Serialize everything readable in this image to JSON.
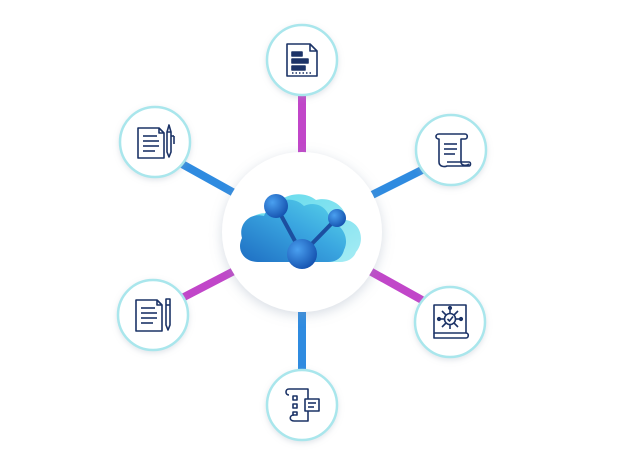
{
  "diagram": {
    "center": {
      "icon": "cloud-network-icon"
    },
    "connectors": {
      "blue": "#2f8be0",
      "magenta": "#c146c9"
    },
    "colors": {
      "navy": "#1c3367",
      "node_ring": "#a9e6ec",
      "node_fill": "#ffffff",
      "cloud_dark": "#1e6ec3",
      "cloud_light": "#5ad7ea",
      "sphere": "#1a66c9"
    },
    "nodes": [
      {
        "id": "top",
        "icon": "document-chart-icon",
        "connector": "magenta"
      },
      {
        "id": "upper-right",
        "icon": "scroll-document-icon",
        "connector": "blue"
      },
      {
        "id": "lower-right",
        "icon": "certificate-network-icon",
        "connector": "magenta"
      },
      {
        "id": "bottom",
        "icon": "checklist-scroll-icon",
        "connector": "blue"
      },
      {
        "id": "lower-left",
        "icon": "document-pen-icon",
        "connector": "magenta"
      },
      {
        "id": "upper-left",
        "icon": "document-pen-icon",
        "connector": "blue"
      }
    ]
  }
}
